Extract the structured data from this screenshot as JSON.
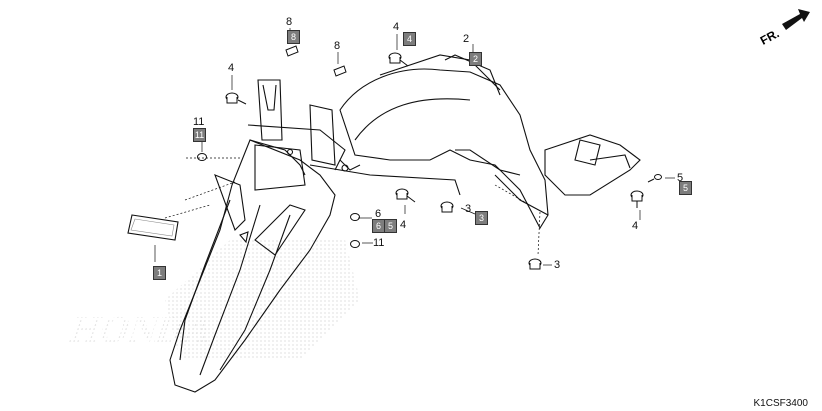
{
  "diagram": {
    "direction_label": "FR.",
    "part_code": "K1CSF3400",
    "watermark_text": "HONDA",
    "callouts": {
      "c1": "1",
      "c2": "2",
      "c3a": "3",
      "c3b": "3",
      "c4a": "4",
      "c4b": "4",
      "c4c": "4",
      "c4d": "4",
      "c5": "5",
      "c6": "6",
      "c8a": "8",
      "c8b": "8",
      "c11a": "11",
      "c11b": "11"
    },
    "boxes": {
      "b1": "1",
      "b2": "2",
      "b3": "3",
      "b4": "4",
      "b5": "5",
      "b6": "6",
      "b5b": "5",
      "b8": "8",
      "b11": "11"
    }
  }
}
